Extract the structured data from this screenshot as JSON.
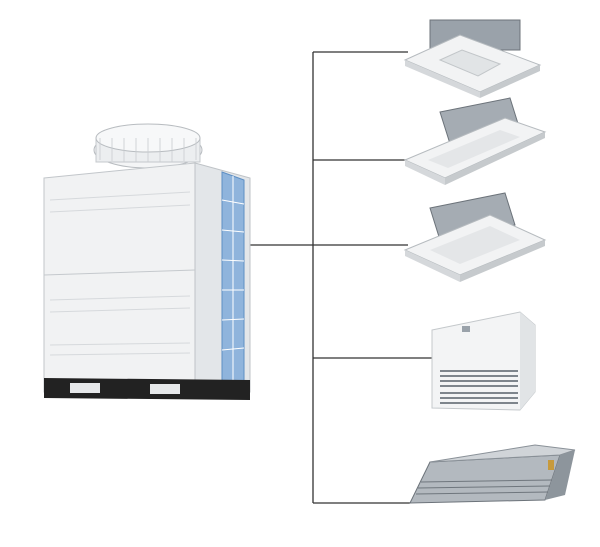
{
  "colors": {
    "background": "#ffffff",
    "pipe_line": "#333333",
    "unit_body": "#eef0f2",
    "unit_shadow": "#c9ccd0",
    "metal": "#9aa2aa",
    "coil_blue": "#6f9fd0",
    "base_dark": "#222222"
  },
  "units": [
    {
      "type": "four-way-cassette"
    },
    {
      "type": "one-way-cassette"
    },
    {
      "type": "two-way-cassette"
    },
    {
      "type": "floor-standing"
    },
    {
      "type": "ducted"
    }
  ]
}
